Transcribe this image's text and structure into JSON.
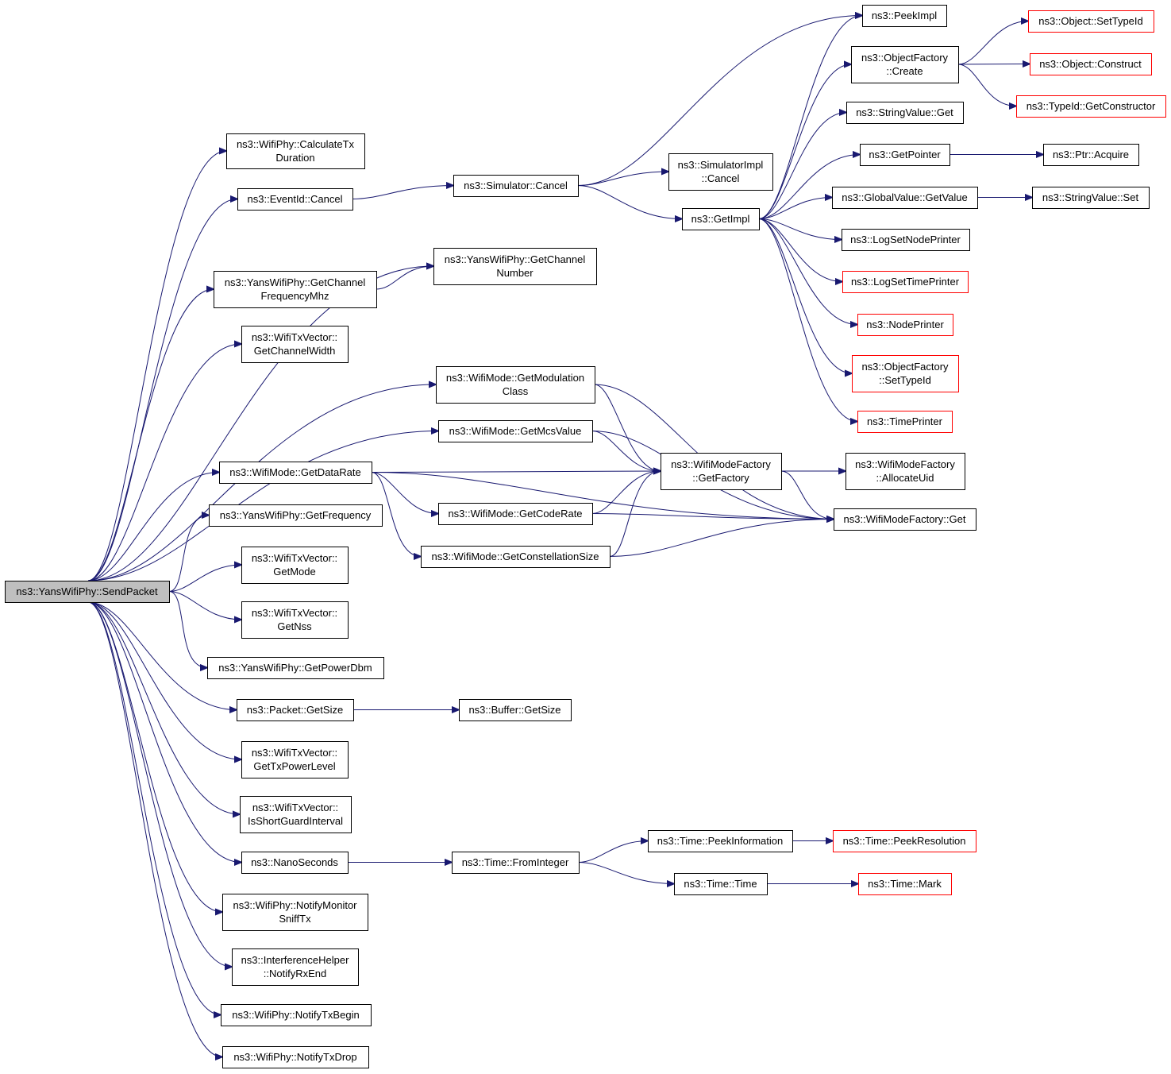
{
  "colors": {
    "edge": "#191970",
    "node_border": "#000000",
    "truncated_border": "#ff0000",
    "root_fill": "#bfbfbf"
  },
  "nodes": [
    {
      "id": "send_packet",
      "lines": [
        "ns3::YansWifiPhy::SendPacket"
      ],
      "style": "root"
    },
    {
      "id": "calc_tx",
      "lines": [
        "ns3::WifiPhy::CalculateTx",
        "Duration"
      ]
    },
    {
      "id": "eventid_cancel",
      "lines": [
        "ns3::EventId::Cancel"
      ]
    },
    {
      "id": "get_ch_freq",
      "lines": [
        "ns3::YansWifiPhy::GetChannel",
        "FrequencyMhz"
      ]
    },
    {
      "id": "txv_chwidth",
      "lines": [
        "ns3::WifiTxVector::",
        "GetChannelWidth"
      ]
    },
    {
      "id": "mode_datarate",
      "lines": [
        "ns3::WifiMode::GetDataRate"
      ]
    },
    {
      "id": "yans_freq",
      "lines": [
        "ns3::YansWifiPhy::GetFrequency"
      ]
    },
    {
      "id": "txv_mode",
      "lines": [
        "ns3::WifiTxVector::",
        "GetMode"
      ]
    },
    {
      "id": "txv_nss",
      "lines": [
        "ns3::WifiTxVector::",
        "GetNss"
      ]
    },
    {
      "id": "yans_power",
      "lines": [
        "ns3::YansWifiPhy::GetPowerDbm"
      ]
    },
    {
      "id": "packet_size",
      "lines": [
        "ns3::Packet::GetSize"
      ]
    },
    {
      "id": "txv_txpower",
      "lines": [
        "ns3::WifiTxVector::",
        "GetTxPowerLevel"
      ]
    },
    {
      "id": "txv_sgi",
      "lines": [
        "ns3::WifiTxVector::",
        "IsShortGuardInterval"
      ]
    },
    {
      "id": "nanoseconds",
      "lines": [
        "ns3::NanoSeconds"
      ]
    },
    {
      "id": "notify_monitor",
      "lines": [
        "ns3::WifiPhy::NotifyMonitor",
        "SniffTx"
      ]
    },
    {
      "id": "interf_rxend",
      "lines": [
        "ns3::InterferenceHelper",
        "::NotifyRxEnd"
      ]
    },
    {
      "id": "notify_txbegin",
      "lines": [
        "ns3::WifiPhy::NotifyTxBegin"
      ]
    },
    {
      "id": "notify_txdrop",
      "lines": [
        "ns3::WifiPhy::NotifyTxDrop"
      ]
    },
    {
      "id": "sim_cancel",
      "lines": [
        "ns3::Simulator::Cancel"
      ]
    },
    {
      "id": "yans_chnum",
      "lines": [
        "ns3::YansWifiPhy::GetChannel",
        "Number"
      ]
    },
    {
      "id": "mode_modclass",
      "lines": [
        "ns3::WifiMode::GetModulation",
        "Class"
      ]
    },
    {
      "id": "mode_mcs",
      "lines": [
        "ns3::WifiMode::GetMcsValue"
      ]
    },
    {
      "id": "mode_coderate",
      "lines": [
        "ns3::WifiMode::GetCodeRate"
      ]
    },
    {
      "id": "mode_constsize",
      "lines": [
        "ns3::WifiMode::GetConstellationSize"
      ]
    },
    {
      "id": "buffer_size",
      "lines": [
        "ns3::Buffer::GetSize"
      ]
    },
    {
      "id": "time_fromint",
      "lines": [
        "ns3::Time::FromInteger"
      ]
    },
    {
      "id": "simimpl_cancel",
      "lines": [
        "ns3::SimulatorImpl",
        "::Cancel"
      ]
    },
    {
      "id": "getimpl",
      "lines": [
        "ns3::GetImpl"
      ]
    },
    {
      "id": "factory_getfactory",
      "lines": [
        "ns3::WifiModeFactory",
        "::GetFactory"
      ]
    },
    {
      "id": "time_peekinfo",
      "lines": [
        "ns3::Time::PeekInformation"
      ]
    },
    {
      "id": "time_time",
      "lines": [
        "ns3::Time::Time"
      ]
    },
    {
      "id": "peekimpl",
      "lines": [
        "ns3::PeekImpl"
      ]
    },
    {
      "id": "objfactory_create",
      "lines": [
        "ns3::ObjectFactory",
        "::Create"
      ]
    },
    {
      "id": "stringvalue_get",
      "lines": [
        "ns3::StringValue::Get"
      ]
    },
    {
      "id": "getpointer",
      "lines": [
        "ns3::GetPointer"
      ]
    },
    {
      "id": "globalvalue_get",
      "lines": [
        "ns3::GlobalValue::GetValue"
      ]
    },
    {
      "id": "logsetnode",
      "lines": [
        "ns3::LogSetNodePrinter"
      ]
    },
    {
      "id": "logsettime",
      "lines": [
        "ns3::LogSetTimePrinter"
      ],
      "style": "red"
    },
    {
      "id": "nodeprinter",
      "lines": [
        "ns3::NodePrinter"
      ],
      "style": "red"
    },
    {
      "id": "objfactory_settypeid",
      "lines": [
        "ns3::ObjectFactory",
        "::SetTypeId"
      ],
      "style": "red"
    },
    {
      "id": "timeprinter",
      "lines": [
        "ns3::TimePrinter"
      ],
      "style": "red"
    },
    {
      "id": "factory_alloc",
      "lines": [
        "ns3::WifiModeFactory",
        "::AllocateUid"
      ]
    },
    {
      "id": "factory_get",
      "lines": [
        "ns3::WifiModeFactory::Get"
      ]
    },
    {
      "id": "time_peekres",
      "lines": [
        "ns3::Time::PeekResolution"
      ],
      "style": "red"
    },
    {
      "id": "time_mark",
      "lines": [
        "ns3::Time::Mark"
      ],
      "style": "red"
    },
    {
      "id": "object_settypeid",
      "lines": [
        "ns3::Object::SetTypeId"
      ],
      "style": "red"
    },
    {
      "id": "object_construct",
      "lines": [
        "ns3::Object::Construct"
      ],
      "style": "red"
    },
    {
      "id": "typeid_getctor",
      "lines": [
        "ns3::TypeId::GetConstructor"
      ],
      "style": "red"
    },
    {
      "id": "ptr_acquire",
      "lines": [
        "ns3::Ptr::Acquire"
      ]
    },
    {
      "id": "stringvalue_set",
      "lines": [
        "ns3::StringValue::Set"
      ]
    }
  ],
  "edges": [
    [
      "send_packet",
      "calc_tx"
    ],
    [
      "send_packet",
      "eventid_cancel"
    ],
    [
      "send_packet",
      "yans_chnum"
    ],
    [
      "send_packet",
      "get_ch_freq"
    ],
    [
      "send_packet",
      "txv_chwidth"
    ],
    [
      "send_packet",
      "mode_modclass"
    ],
    [
      "send_packet",
      "mode_mcs"
    ],
    [
      "send_packet",
      "mode_datarate"
    ],
    [
      "send_packet",
      "yans_freq"
    ],
    [
      "send_packet",
      "txv_mode"
    ],
    [
      "send_packet",
      "txv_nss"
    ],
    [
      "send_packet",
      "yans_power"
    ],
    [
      "send_packet",
      "packet_size"
    ],
    [
      "send_packet",
      "txv_txpower"
    ],
    [
      "send_packet",
      "txv_sgi"
    ],
    [
      "send_packet",
      "nanoseconds"
    ],
    [
      "send_packet",
      "notify_monitor"
    ],
    [
      "send_packet",
      "interf_rxend"
    ],
    [
      "send_packet",
      "notify_txbegin"
    ],
    [
      "send_packet",
      "notify_txdrop"
    ],
    [
      "eventid_cancel",
      "sim_cancel"
    ],
    [
      "get_ch_freq",
      "yans_chnum"
    ],
    [
      "sim_cancel",
      "peekimpl"
    ],
    [
      "sim_cancel",
      "simimpl_cancel"
    ],
    [
      "sim_cancel",
      "getimpl"
    ],
    [
      "getimpl",
      "peekimpl"
    ],
    [
      "getimpl",
      "objfactory_create"
    ],
    [
      "getimpl",
      "stringvalue_get"
    ],
    [
      "getimpl",
      "getpointer"
    ],
    [
      "getimpl",
      "globalvalue_get"
    ],
    [
      "getimpl",
      "logsetnode"
    ],
    [
      "getimpl",
      "logsettime"
    ],
    [
      "getimpl",
      "nodeprinter"
    ],
    [
      "getimpl",
      "objfactory_settypeid"
    ],
    [
      "getimpl",
      "timeprinter"
    ],
    [
      "objfactory_create",
      "object_settypeid"
    ],
    [
      "objfactory_create",
      "object_construct"
    ],
    [
      "objfactory_create",
      "typeid_getctor"
    ],
    [
      "getpointer",
      "ptr_acquire"
    ],
    [
      "globalvalue_get",
      "stringvalue_set"
    ],
    [
      "mode_modclass",
      "factory_getfactory"
    ],
    [
      "mode_modclass",
      "factory_get"
    ],
    [
      "mode_mcs",
      "factory_getfactory"
    ],
    [
      "mode_mcs",
      "factory_get"
    ],
    [
      "mode_datarate",
      "factory_getfactory"
    ],
    [
      "mode_datarate",
      "mode_coderate"
    ],
    [
      "mode_datarate",
      "mode_constsize"
    ],
    [
      "mode_datarate",
      "factory_get"
    ],
    [
      "mode_coderate",
      "factory_getfactory"
    ],
    [
      "mode_coderate",
      "factory_get"
    ],
    [
      "mode_constsize",
      "factory_getfactory"
    ],
    [
      "mode_constsize",
      "factory_get"
    ],
    [
      "factory_getfactory",
      "factory_alloc"
    ],
    [
      "factory_getfactory",
      "factory_get"
    ],
    [
      "packet_size",
      "buffer_size"
    ],
    [
      "nanoseconds",
      "time_fromint"
    ],
    [
      "time_fromint",
      "time_peekinfo"
    ],
    [
      "time_fromint",
      "time_time"
    ],
    [
      "time_peekinfo",
      "time_peekres"
    ],
    [
      "time_time",
      "time_mark"
    ]
  ]
}
